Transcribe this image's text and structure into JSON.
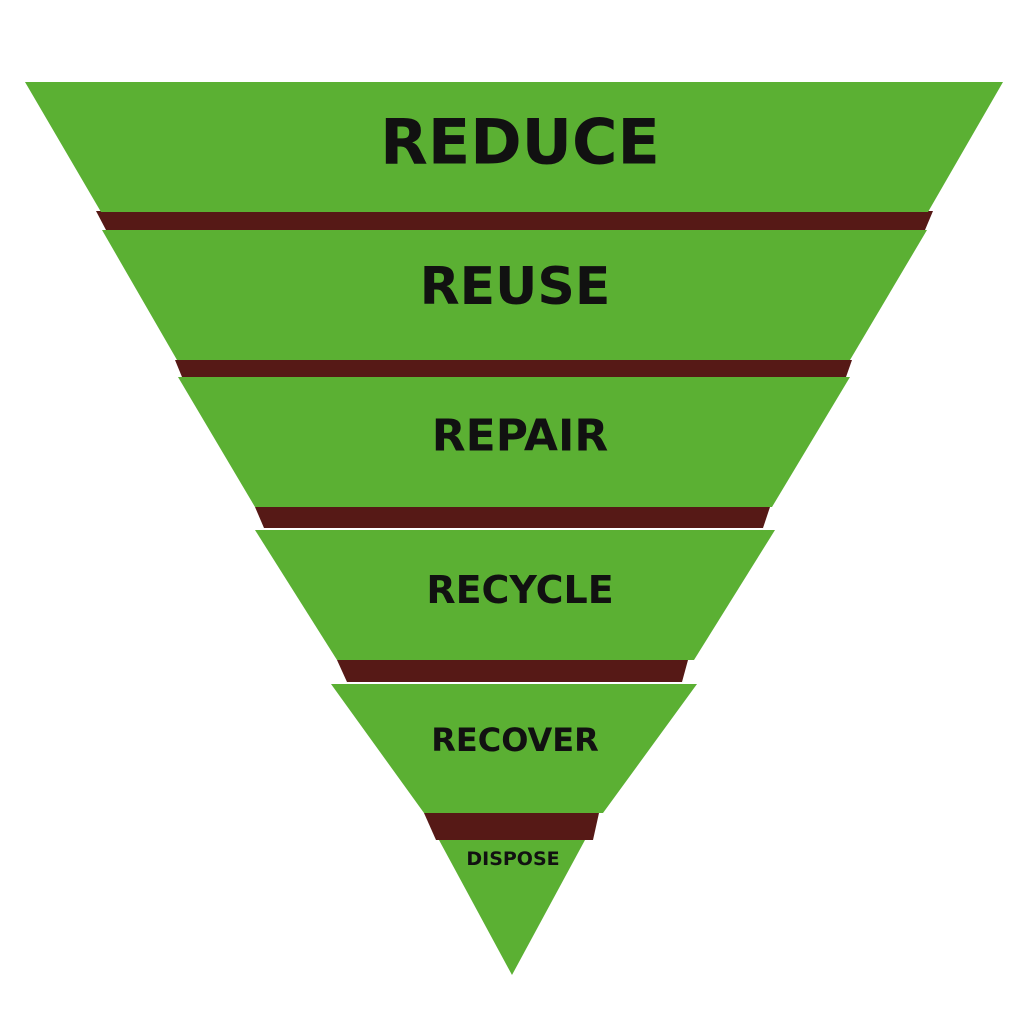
{
  "colors": {
    "band": "#5bb033",
    "divider": "#561916",
    "text": "#111111",
    "background": "#ffffff"
  },
  "hierarchy": [
    {
      "label": "REDUCE"
    },
    {
      "label": "REUSE"
    },
    {
      "label": "REPAIR"
    },
    {
      "label": "RECYCLE"
    },
    {
      "label": "RECOVER"
    },
    {
      "label": "DISPOSE"
    }
  ]
}
